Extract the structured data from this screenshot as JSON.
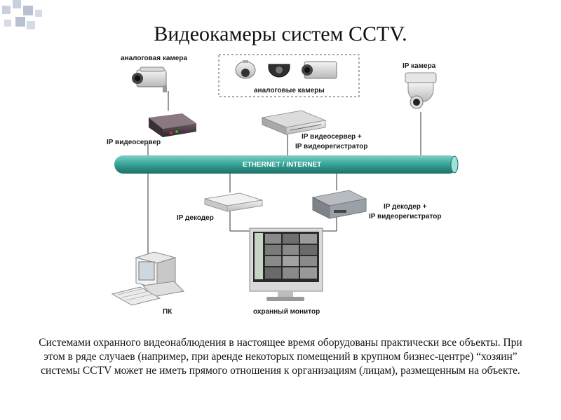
{
  "title": "Видеокамеры систем CCTV.",
  "nodes": {
    "analog_camera": "аналоговая камера",
    "analog_cameras": "аналоговые камеры",
    "ip_camera": "IP камера",
    "ip_videoserver": "IP видеосервер",
    "ip_videoserver_recorder": [
      "IP видеосервер +",
      "IP видеорегистратор"
    ],
    "network": "ETHERNET / INTERNET",
    "ip_decoder": "IP декодер",
    "ip_decoder_recorder": [
      "IP  декодер +",
      "IP видеорегистратор"
    ],
    "pc": "ПК",
    "security_monitor": "охранный монитор"
  },
  "caption": "Системами охранного видеонаблюдения в настоящее время оборудованы практически все объекты. При этом в ряде случаев (например, при аренде некоторых помещений в крупном бизнес-центре) “хозяин” системы CCTV может не иметь прямого отношения к организациям (лицам), размещенным на объекте."
}
